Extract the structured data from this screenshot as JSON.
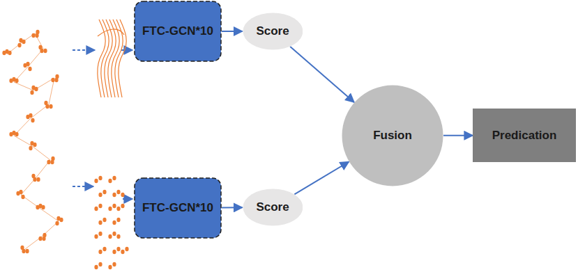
{
  "diagram": {
    "nodes": [
      {
        "text": [
          "FTC-GCN*10"
        ]
      },
      {
        "text": [
          "Score"
        ]
      },
      {
        "text": [
          "FTC-GCN*10"
        ]
      },
      {
        "text": [
          "Score"
        ]
      },
      {
        "text": [
          "Fusion"
        ]
      },
      {
        "text": [
          "Predication"
        ]
      }
    ],
    "edges": [
      {
        "from": 0,
        "to": 1,
        "arrow": "to"
      },
      {
        "from": 2,
        "to": 3,
        "arrow": "to"
      },
      {
        "from": 1,
        "to": 4,
        "arrow": "to"
      },
      {
        "from": 3,
        "to": 4,
        "arrow": "to"
      },
      {
        "from": 4,
        "to": 5,
        "arrow": "to"
      }
    ]
  }
}
